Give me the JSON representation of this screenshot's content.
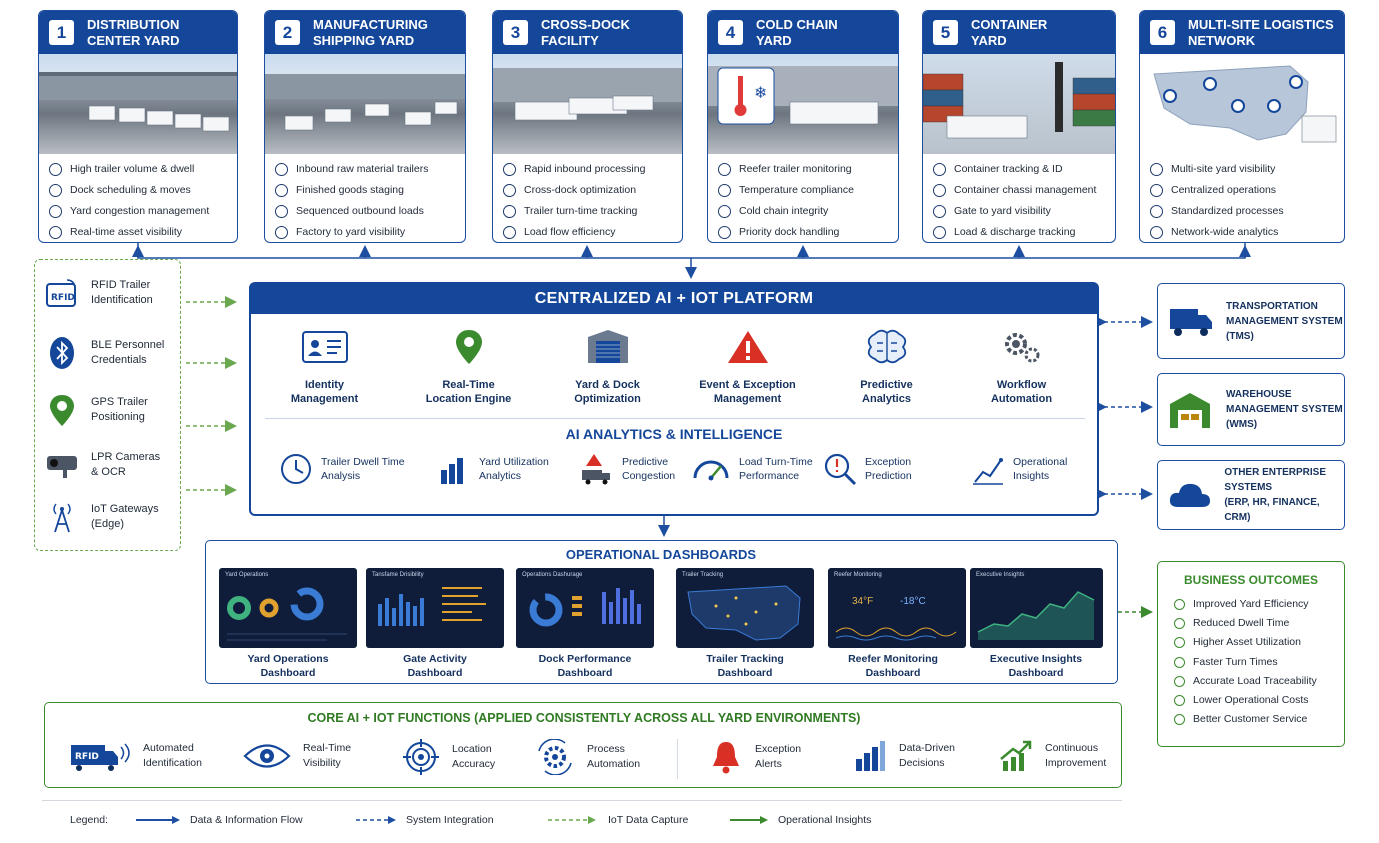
{
  "yards": [
    {
      "num": "1",
      "title_l1": "DISTRIBUTION",
      "title_l2": "CENTER YARD",
      "items": [
        "High trailer volume & dwell",
        "Dock scheduling & moves",
        "Yard congestion management",
        "Real-time asset visibility"
      ]
    },
    {
      "num": "2",
      "title_l1": "MANUFACTURING",
      "title_l2": "SHIPPING YARD",
      "items": [
        "Inbound raw material trailers",
        "Finished goods staging",
        "Sequenced outbound loads",
        "Factory to yard visibility"
      ]
    },
    {
      "num": "3",
      "title_l1": "CROSS-DOCK",
      "title_l2": "FACILITY",
      "items": [
        "Rapid inbound processing",
        "Cross-dock optimization",
        "Trailer turn-time tracking",
        "Load flow efficiency"
      ]
    },
    {
      "num": "4",
      "title_l1": "COLD CHAIN",
      "title_l2": "YARD",
      "items": [
        "Reefer trailer monitoring",
        "Temperature compliance",
        "Cold chain integrity",
        "Priority dock handling"
      ]
    },
    {
      "num": "5",
      "title_l1": "CONTAINER",
      "title_l2": "YARD",
      "items": [
        "Container tracking & ID",
        "Container chassi management",
        "Gate to yard visibility",
        "Load & discharge tracking"
      ]
    },
    {
      "num": "6",
      "title_l1": "MULTI-SITE LOGISTICS",
      "title_l2": "NETWORK",
      "items": [
        "Multi-site yard visibility",
        "Centralized operations",
        "Standardized processes",
        "Network-wide analytics"
      ]
    }
  ],
  "capture": [
    {
      "l1": "RFID Trailer",
      "l2": "Identification",
      "icon": "rfid-icon"
    },
    {
      "l1": "BLE Personnel",
      "l2": "Credentials",
      "icon": "bluetooth-icon"
    },
    {
      "l1": "GPS Trailer",
      "l2": "Positioning",
      "icon": "gps-pin-icon"
    },
    {
      "l1": "LPR Cameras",
      "l2": "& OCR",
      "icon": "camera-icon"
    },
    {
      "l1": "IoT Gateways",
      "l2": "(Edge)",
      "icon": "gateway-icon"
    }
  ],
  "platform": {
    "title": "CENTRALIZED AI + IOT PLATFORM",
    "modules": [
      {
        "l1": "Identity",
        "l2": "Management"
      },
      {
        "l1": "Real-Time",
        "l2": "Location Engine"
      },
      {
        "l1": "Yard & Dock",
        "l2": "Optimization"
      },
      {
        "l1": "Event & Exception",
        "l2": "Management"
      },
      {
        "l1": "Predictive",
        "l2": "Analytics"
      },
      {
        "l1": "Workflow",
        "l2": "Automation"
      }
    ],
    "analytics_title": "AI ANALYTICS & INTELLIGENCE",
    "analytics": [
      {
        "l1": "Trailer Dwell Time",
        "l2": "Analysis"
      },
      {
        "l1": "Yard Utilization",
        "l2": "Analytics"
      },
      {
        "l1": "Predictive",
        "l2": "Congestion"
      },
      {
        "l1": "Load Turn-Time",
        "l2": "Performance"
      },
      {
        "l1": "Exception",
        "l2": "Prediction"
      },
      {
        "l1": "Operational",
        "l2": "Insights"
      }
    ]
  },
  "enterprise": [
    {
      "l1": "TRANSPORTATION",
      "l2": "MANAGEMENT SYSTEM",
      "l3": "(TMS)"
    },
    {
      "l1": "WAREHOUSE",
      "l2": "MANAGEMENT SYSTEM",
      "l3": "(WMS)"
    },
    {
      "l1": "OTHER ENTERPRISE",
      "l2": "SYSTEMS",
      "l3": "(ERP, HR, FINANCE, CRM)"
    }
  ],
  "dashboards": {
    "title": "OPERATIONAL DASHBOARDS",
    "items": [
      {
        "thumb": "Yard Operations",
        "l1": "Yard Operations",
        "l2": "Dashboard"
      },
      {
        "thumb": "Tansfame Drisibility",
        "l1": "Gate Activity",
        "l2": "Dashboard"
      },
      {
        "thumb": "Operations Dashurage",
        "l1": "Dock Performance",
        "l2": "Dashboard"
      },
      {
        "thumb": "Trailer Tracking",
        "l1": "Trailer Tracking",
        "l2": "Dashboard"
      },
      {
        "thumb": "Reefer Monitoring",
        "l1": "Reefer Monitoring",
        "l2": "Dashboard"
      },
      {
        "thumb": "Executive Insights",
        "l1": "Executive Insights",
        "l2": "Dashboard"
      }
    ],
    "reefer_temp1": "34°F",
    "reefer_temp2": "-18°C"
  },
  "outcomes": {
    "title": "BUSINESS OUTCOMES",
    "items": [
      "Improved Yard Efficiency",
      "Reduced Dwell Time",
      "Higher Asset Utilization",
      "Faster Turn Times",
      "Accurate Load Traceability",
      "Lower Operational Costs",
      "Better Customer Service"
    ]
  },
  "core": {
    "title": "CORE AI + IOT FUNCTIONS (APPLIED CONSISTENTLY ACROSS ALL YARD ENVIRONMENTS)",
    "items": [
      {
        "l1": "Automated",
        "l2": "Identification"
      },
      {
        "l1": "Real-Time",
        "l2": "Visibility"
      },
      {
        "l1": "Location",
        "l2": "Accuracy"
      },
      {
        "l1": "Process",
        "l2": "Automation"
      },
      {
        "l1": "Exception",
        "l2": "Alerts"
      },
      {
        "l1": "Data-Driven",
        "l2": "Decisions"
      },
      {
        "l1": "Continuous",
        "l2": "Improvement"
      }
    ],
    "rfid_badge": "RFID"
  },
  "legend": {
    "title": "Legend:",
    "items": [
      "Data & Information Flow",
      "System Integration",
      "IoT Data Capture",
      "Operational Insights"
    ]
  },
  "colors": {
    "primary": "#14479a",
    "green": "#3b8a2e",
    "iot_green": "#6aa84f"
  }
}
